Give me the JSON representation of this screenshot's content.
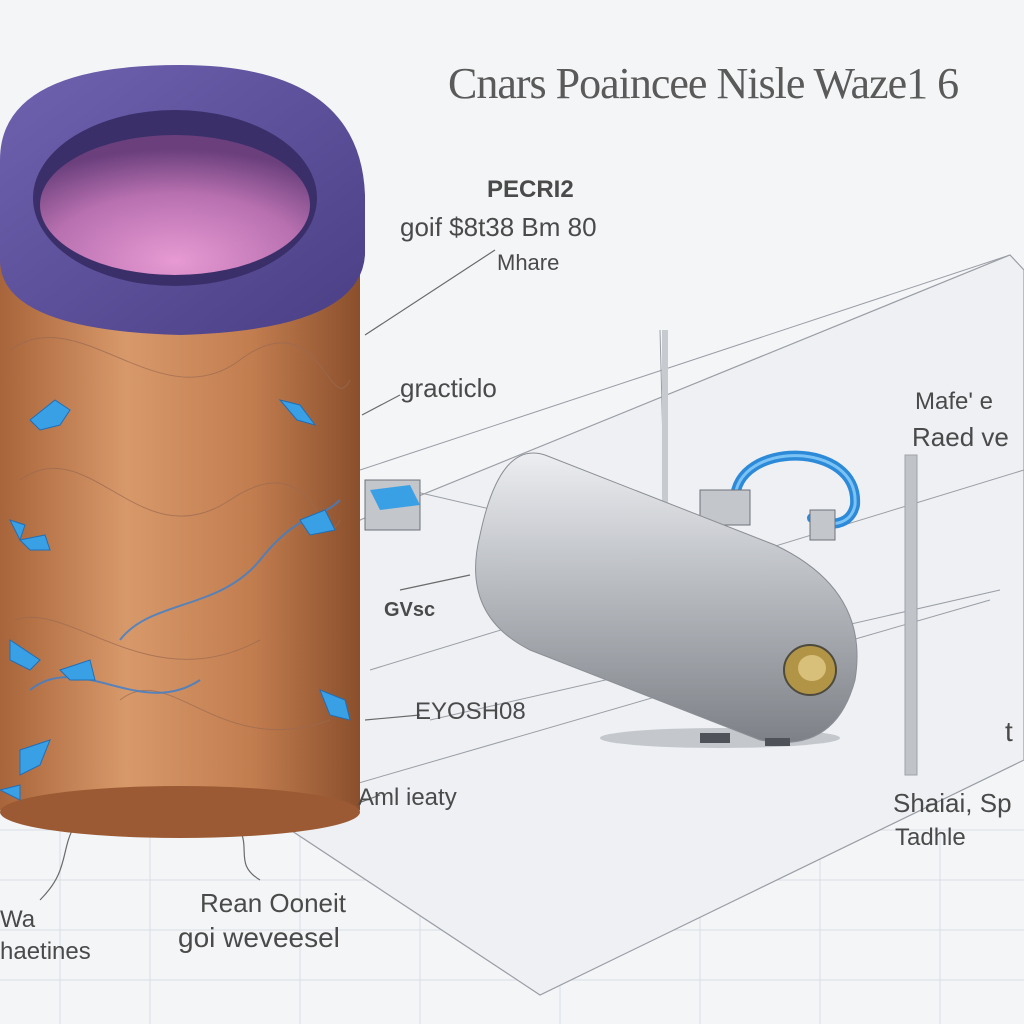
{
  "title": "Cnars Poaincee Nisle Waze1 6",
  "labels": {
    "top_center_1": "PECRI2",
    "top_center_2": "goif $8t38 Bm 80",
    "top_center_3": "Mhare",
    "middle_left": "gracticlo",
    "right_top_1": "Mafe' e",
    "right_top_2": "Raed ve",
    "mid_small": "GVsc",
    "mid_lower": "EYOSH08",
    "lower_center": "Aml ieaty",
    "right_bottom_1": "Shaiai, Sp",
    "right_bottom_2": "Tadhle",
    "right_edge": "t",
    "bottom_center_1": "Rean Ooneit",
    "bottom_center_2": "goi weveesel",
    "bottom_left_1": "Wa",
    "bottom_left_2": "haetines"
  },
  "colors": {
    "copper": "#c98553",
    "rim": "#5b4e99",
    "inner": "#c878b8",
    "pipe": "#3aa0e6",
    "steel": "#b5b8bd"
  }
}
